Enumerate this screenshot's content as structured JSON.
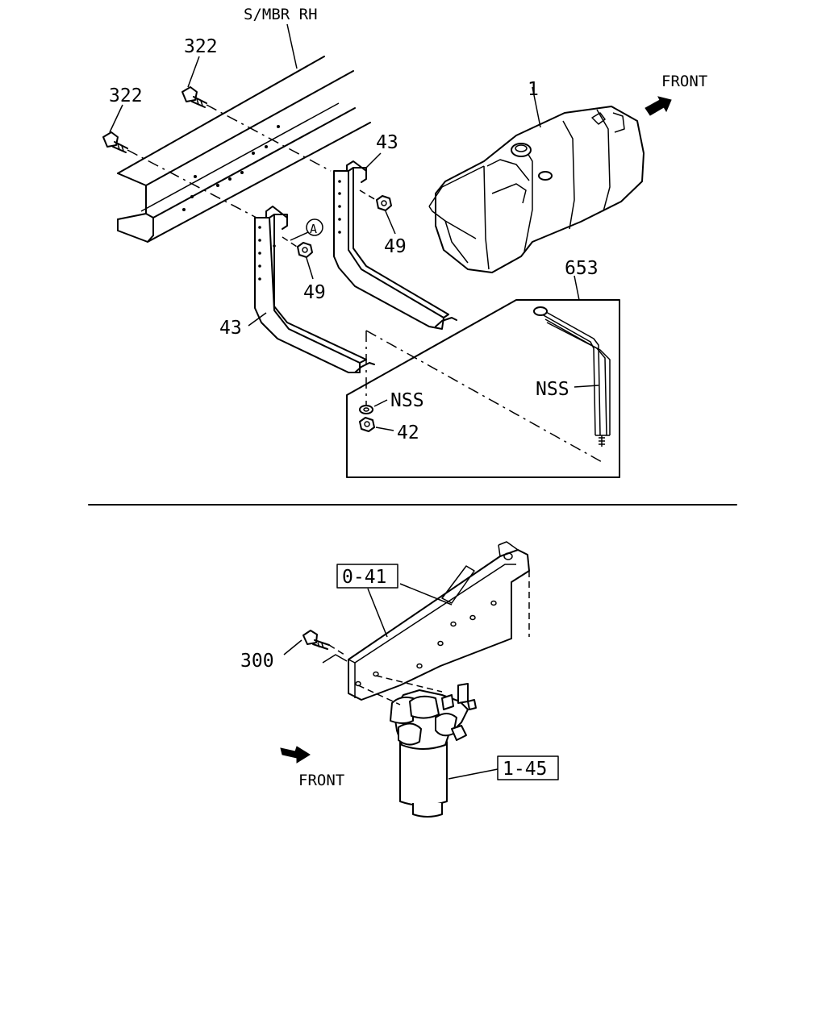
{
  "labels": {
    "smbr": "S/MBR RH",
    "bolt_top": "322",
    "bolt_left": "322",
    "front_top": "FRONT",
    "tank": "1",
    "bracket_right": "43",
    "bracket_left": "43",
    "nut_right": "49",
    "nut_left": "49",
    "circle_a": "A",
    "strap_assy": "653",
    "nss_strap": "NSS",
    "nss_washer": "NSS",
    "nut_42": "42",
    "ref_041": "0-41",
    "bolt_300": "300",
    "ref_145": "1-45",
    "front_bottom": "FRONT"
  }
}
